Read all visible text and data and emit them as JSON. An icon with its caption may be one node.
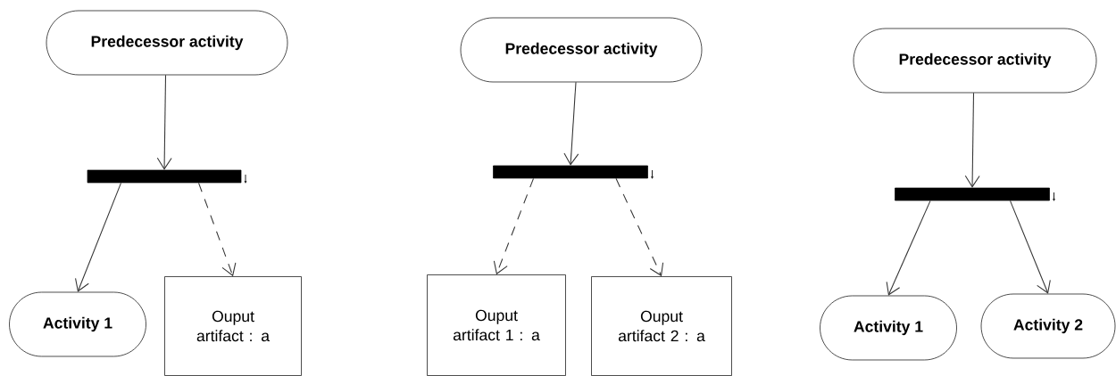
{
  "diagram": {
    "nodes": [
      {
        "text": [
          "Predecessor activity"
        ]
      },
      {
        "text": [],
        "shape": "bar"
      },
      {
        "text": [
          "Activity 1"
        ]
      },
      {
        "text": [
          "Ouput artifact : a"
        ]
      },
      {
        "text": [
          "Predecessor activity"
        ]
      },
      {
        "text": [],
        "shape": "bar"
      },
      {
        "text": [
          "Ouput artifact 1 : a"
        ]
      },
      {
        "text": [
          "Ouput artifact 2 : a"
        ]
      },
      {
        "text": [
          "Predecessor activity"
        ]
      },
      {
        "text": [],
        "shape": "bar"
      },
      {
        "text": [
          "Activity 1"
        ]
      },
      {
        "text": [
          "Activity 2"
        ]
      }
    ],
    "edges": [
      {
        "from": 0,
        "to": 1,
        "arrow": "to"
      },
      {
        "from": 1,
        "to": 2,
        "arrow": "to"
      },
      {
        "from": 1,
        "to": 3,
        "arrow": "to",
        "style": "dashed"
      },
      {
        "from": 4,
        "to": 5,
        "arrow": "to"
      },
      {
        "from": 5,
        "to": 6,
        "arrow": "to",
        "style": "dashed"
      },
      {
        "from": 5,
        "to": 7,
        "arrow": "to",
        "style": "dashed"
      },
      {
        "from": 8,
        "to": 9,
        "arrow": "to"
      },
      {
        "from": 9,
        "to": 10,
        "arrow": "to"
      },
      {
        "from": 9,
        "to": 11,
        "arrow": "to"
      }
    ]
  }
}
